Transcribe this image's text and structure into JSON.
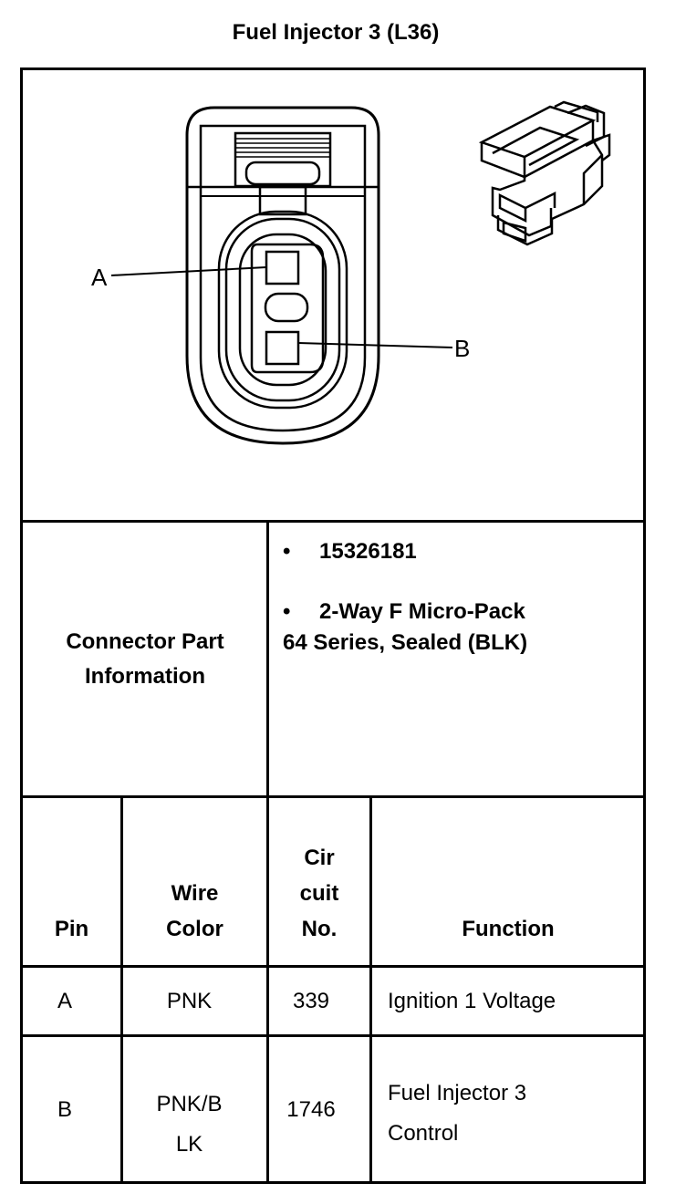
{
  "title": "Fuel Injector 3 (L36)",
  "diagram": {
    "pin_labels": [
      "A",
      "B"
    ]
  },
  "connector_info": {
    "label_line1": "Connector Part",
    "label_line2": "Information",
    "bullet": "•",
    "part_number": "15326181",
    "description_line1": "2-Way F Micro-Pack",
    "description_line2": "64 Series, Sealed (BLK)"
  },
  "table": {
    "headers": {
      "pin": "Pin",
      "wire_color_line1": "Wire",
      "wire_color_line2": "Color",
      "circuit_line1": "Cir",
      "circuit_line2": "cuit",
      "circuit_line3": "No.",
      "function": "Function"
    },
    "rows": [
      {
        "pin": "A",
        "wire_line1": "PNK",
        "wire_line2": "",
        "circuit": "339",
        "function_line1": "Ignition 1 Voltage",
        "function_line2": ""
      },
      {
        "pin": "B",
        "wire_line1": "PNK/B",
        "wire_line2": "LK",
        "circuit": "1746",
        "function_line1": "Fuel Injector 3",
        "function_line2": "Control"
      }
    ]
  }
}
